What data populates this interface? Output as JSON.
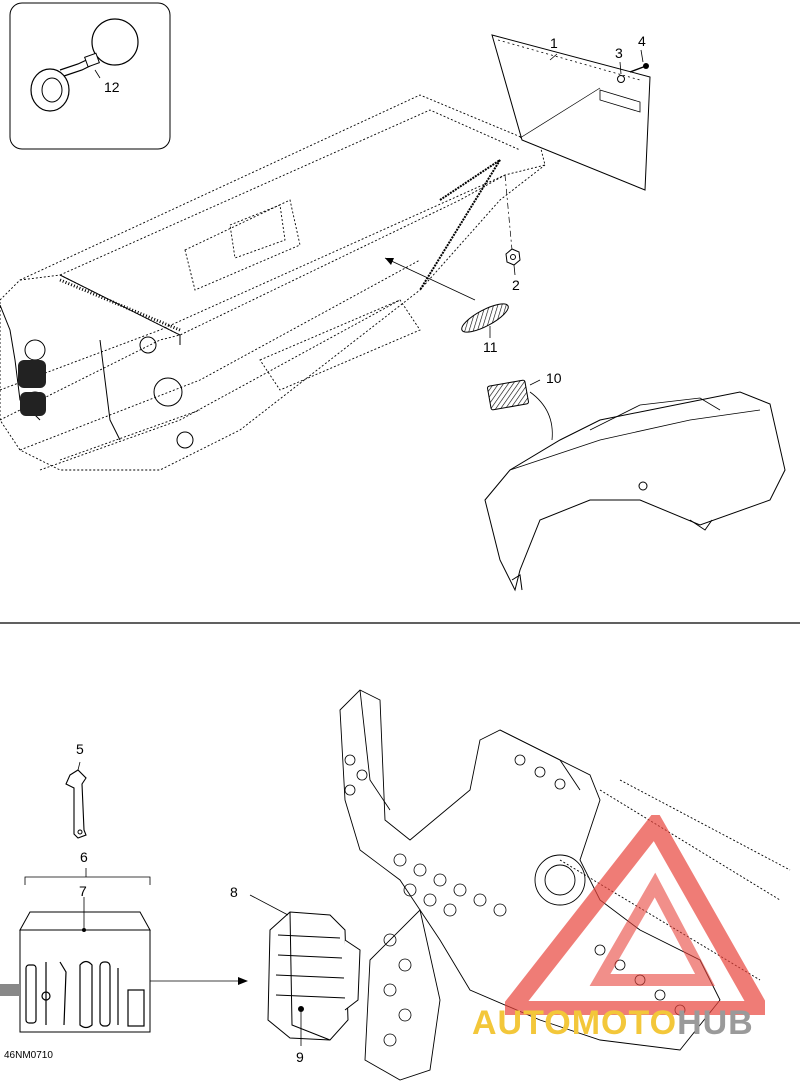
{
  "callouts": {
    "c1": "1",
    "c2": "2",
    "c3": "3",
    "c4": "4",
    "c5": "5",
    "c6": "6",
    "c7": "7",
    "c8": "8",
    "c9": "9",
    "c10": "10",
    "c11": "11",
    "c12": "12"
  },
  "drawing_code": "46NM0710",
  "watermark": {
    "part1": "AUTOMOTO",
    "part2": "HUB",
    "brand_color": "#f3c73a",
    "logo_color": "#e8453c"
  }
}
